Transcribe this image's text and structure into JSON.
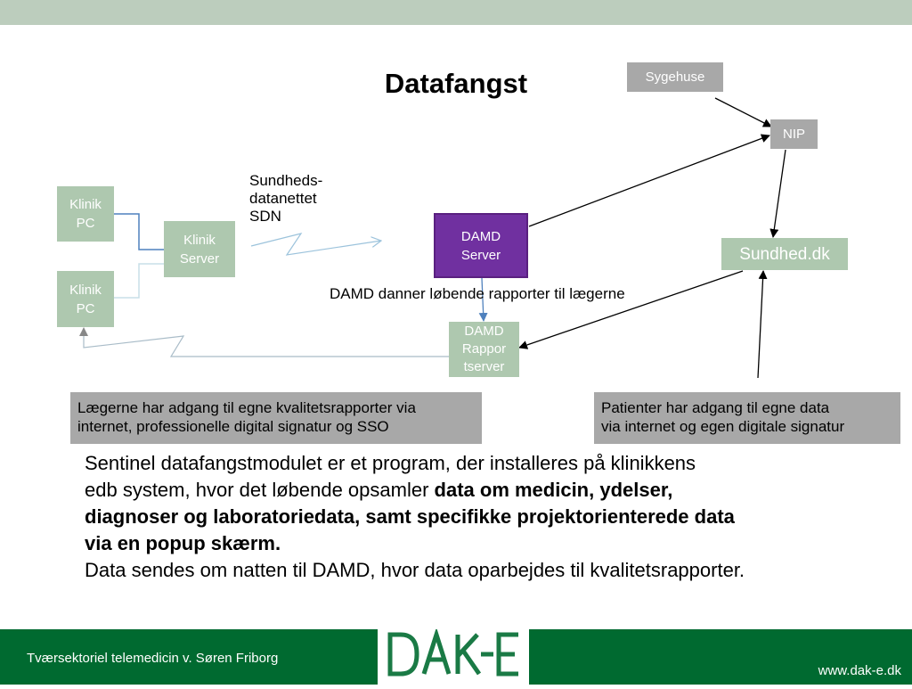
{
  "title": "Datafangst",
  "nodes": {
    "sygehuse": "Sygehuse",
    "nip": "NIP",
    "sundhed_dk": "Sundhed.dk",
    "klinik_pc_1": [
      "Klinik",
      "PC"
    ],
    "klinik_pc_2": [
      "Klinik",
      "PC"
    ],
    "klinik_server": [
      "Klinik",
      "Server"
    ],
    "damd_server": [
      "DAMD",
      "Server"
    ],
    "damd_rapportserver": [
      "DAMD",
      "Rappor",
      "tserver"
    ]
  },
  "labels": {
    "sdn": [
      "Sundheds-",
      "datanettet",
      "SDN"
    ],
    "damd_reports": "DAMD danner løbende rapporter til lægerne"
  },
  "notes": {
    "doctors": [
      "Lægerne har adgang til egne kvalitetsrapporter via",
      "internet, professionelle digital signatur og SSO"
    ],
    "patients": [
      "Patienter har adgang til egne data",
      "via internet og egen digitale signatur"
    ]
  },
  "body": {
    "line1": "Sentinel datafangstmodulet er et program, der installeres på klinikkens",
    "line2_plain": "edb system, hvor det løbende opsamler ",
    "line2_bold": "data om medicin, ydelser,",
    "line3_bold": "diagnoser og laboratoriedata, samt specifikke projektorienterede data",
    "line4_bold": "via en popup skærm.",
    "line5": "Data sendes om natten til DAMD, hvor data oparbejdes til kvalitetsrapporter."
  },
  "footer": {
    "left": "Tværsektoriel telemedicin  v. Søren Friborg",
    "right": "www.dak-e.dk",
    "logo": "DAK-E"
  },
  "colors": {
    "green_box": "#aec8af",
    "gray_box": "#a8a8a8",
    "purple_box": "#7030a0",
    "footer_green": "#006a30",
    "logo_green": "#1a7a45"
  }
}
